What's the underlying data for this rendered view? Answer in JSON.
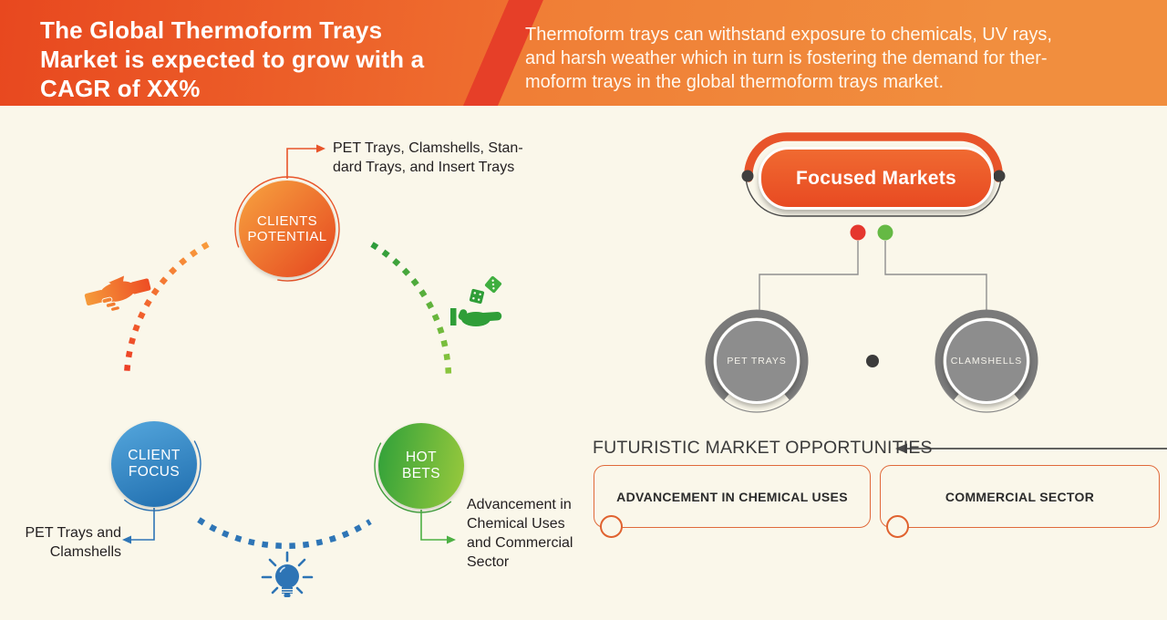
{
  "banner": {
    "title": "The Global Thermoform Trays\nMarket is expected to grow with a\nCAGR of XX%",
    "description": "Thermoform trays can withstand exposure to chemicals, UV rays,\nand harsh weather which in turn is fostering the demand for ther-\nmoform trays in the global thermoform trays market."
  },
  "cycle": {
    "nodes": [
      {
        "id": "clients-potential",
        "label": "CLIENTS\nPOTENTIAL",
        "callout": "PET Trays, Clamshells, Stan-\ndard Trays, and Insert Trays",
        "color": "#e8542a"
      },
      {
        "id": "client-focus",
        "label": "CLIENT\nFOCUS",
        "callout": "PET Trays and\nClamshells",
        "color": "#2e75b6"
      },
      {
        "id": "hot-bets",
        "label": "HOT\nBETS",
        "callout": "Advancement in\nChemical Uses\nand Commercial\nSector",
        "color": "#4caf3e"
      }
    ],
    "icons": [
      {
        "name": "handshake-icon",
        "color": "#f07a2a"
      },
      {
        "name": "dice-in-hand-icon",
        "color": "#2f9e38"
      },
      {
        "name": "lightbulb-icon",
        "color": "#2d74b5"
      }
    ]
  },
  "focused": {
    "title": "Focused Markets",
    "children": [
      {
        "label": "PET TRAYS",
        "dot_color": "#e5372e"
      },
      {
        "label": "CLAMSHELLS",
        "dot_color": "#65b944"
      }
    ]
  },
  "opportunities": {
    "heading": "FUTURISTIC MARKET OPPORTUNITIES",
    "items": [
      {
        "label": "ADVANCEMENT IN CHEMICAL USES"
      },
      {
        "label": "COMMERCIAL SECTOR"
      }
    ]
  },
  "colors": {
    "background": "#faf7ea",
    "banner_left_start": "#e8481f",
    "banner_left_end": "#f9a43f",
    "banner_stripe": "#e63f28",
    "banner_right": "#f0863a",
    "accent_orange": "#e8542a",
    "accent_blue": "#2e75b6",
    "accent_green": "#4caf3e",
    "pill_orange": "#ee5a2b",
    "gray_node": "#8d8d8d",
    "dark_line": "#4c4c4c",
    "box_border": "#e0693a"
  }
}
